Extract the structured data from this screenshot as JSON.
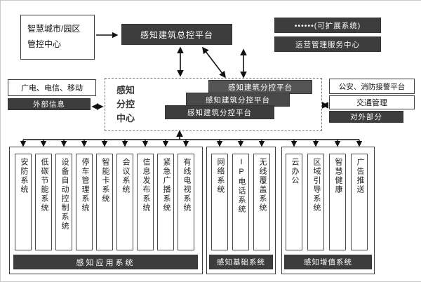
{
  "top": {
    "control_center_line1": "智慧城市/园区",
    "control_center_line2": "管控中心",
    "master_platform": "感知建筑总控平台",
    "expandable_system": "••••••(可扩展系统)",
    "ops_service_center": "运营管理服务中心"
  },
  "left_panel": {
    "telecom": "广电、电信、移动",
    "external_info": "外部信息"
  },
  "center_panel": {
    "subcontrol_center": "感知分控中心",
    "sub_platform": "感知建筑分控平台"
  },
  "right_panel": {
    "alarm_platform": "公安、消防接警平台",
    "traffic_management": "交通管理",
    "external_part": "对外部分"
  },
  "groups": [
    {
      "label": "感知应用系统",
      "items": [
        "安防系统",
        "低碳节能系统",
        "设备自动控制系统",
        "停车管理系统",
        "智能卡系统",
        "会议系统",
        "信息发布系统",
        "紧急广播系统",
        "有线电视系统"
      ]
    },
    {
      "label": "感知基础系统",
      "items": [
        "网络系统",
        "IP电话系统",
        "无线覆盖系统"
      ]
    },
    {
      "label": "感知增值系统",
      "items": [
        "云办公",
        "区域引导系统",
        "智慧健康",
        "广告推送"
      ]
    }
  ],
  "colors": {
    "dark_box": "#3d3d3d",
    "arrow": "#111111"
  }
}
